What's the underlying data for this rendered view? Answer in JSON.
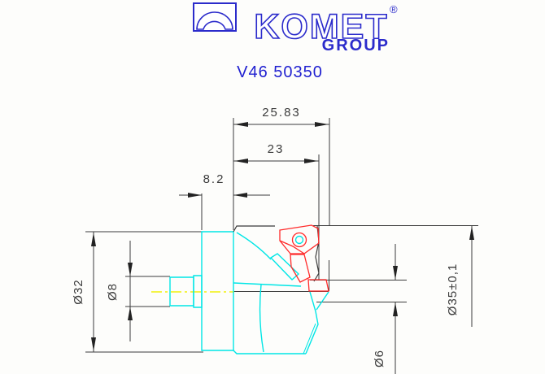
{
  "header": {
    "brand": "KOMET",
    "brand_registered": "®",
    "brand_sub": "GROUP",
    "part_number": "V46 50350"
  },
  "dimensions": {
    "overall_length": "25.83",
    "cutting_length": "23",
    "flange_width": "8.2",
    "shank_diameter": "Ø32",
    "pilot_diameter": "Ø8",
    "cutting_diameter": "Ø35±0,1",
    "tip_diameter": "Ø6"
  },
  "colors": {
    "brand_blue": "#2b2bcb",
    "part_number_blue": "#1f1fd0",
    "body_outline_cyan": "#00e6e6",
    "insert_red": "#ff2a2a",
    "centerline_yellow": "#f2f20a",
    "dimension_gray": "#3c3c3c"
  }
}
